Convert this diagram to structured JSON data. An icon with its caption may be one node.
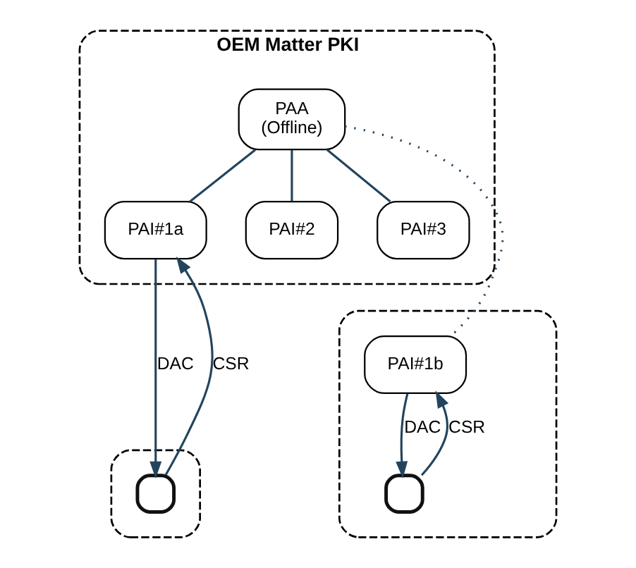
{
  "diagram": {
    "nodes": [
      {
        "text": [
          "OEM Matter PKI"
        ]
      },
      {
        "text": [
          "PAA (Offline)"
        ],
        "in": 0
      },
      {
        "text": [
          "PAI#1a"
        ],
        "in": 0
      },
      {
        "text": [
          "PAI#2"
        ],
        "in": 0
      },
      {
        "text": [
          "PAI#3"
        ],
        "in": 0
      },
      {
        "text": [],
        "shape": "box"
      },
      {
        "text": [],
        "shape": "box",
        "in": 5
      },
      {
        "text": [],
        "shape": "box"
      },
      {
        "text": [
          "PAI#1b"
        ],
        "in": 7
      },
      {
        "text": [],
        "shape": "box",
        "in": 7
      }
    ],
    "edges": [
      {
        "from": 1,
        "to": 2,
        "arrow": "none"
      },
      {
        "from": 1,
        "to": 3,
        "arrow": "none"
      },
      {
        "from": 1,
        "to": 4,
        "arrow": "none"
      },
      {
        "from": 1,
        "to": 8,
        "arrow": "none",
        "style": "dashed"
      },
      {
        "from": 2,
        "to": 6,
        "arrow": "to",
        "label": "DAC"
      },
      {
        "from": 6,
        "to": 2,
        "arrow": "to",
        "label": "CSR"
      },
      {
        "from": 8,
        "to": 9,
        "arrow": "to",
        "label": "DAC"
      },
      {
        "from": 9,
        "to": 8,
        "arrow": "to",
        "label": "CSR"
      }
    ]
  }
}
